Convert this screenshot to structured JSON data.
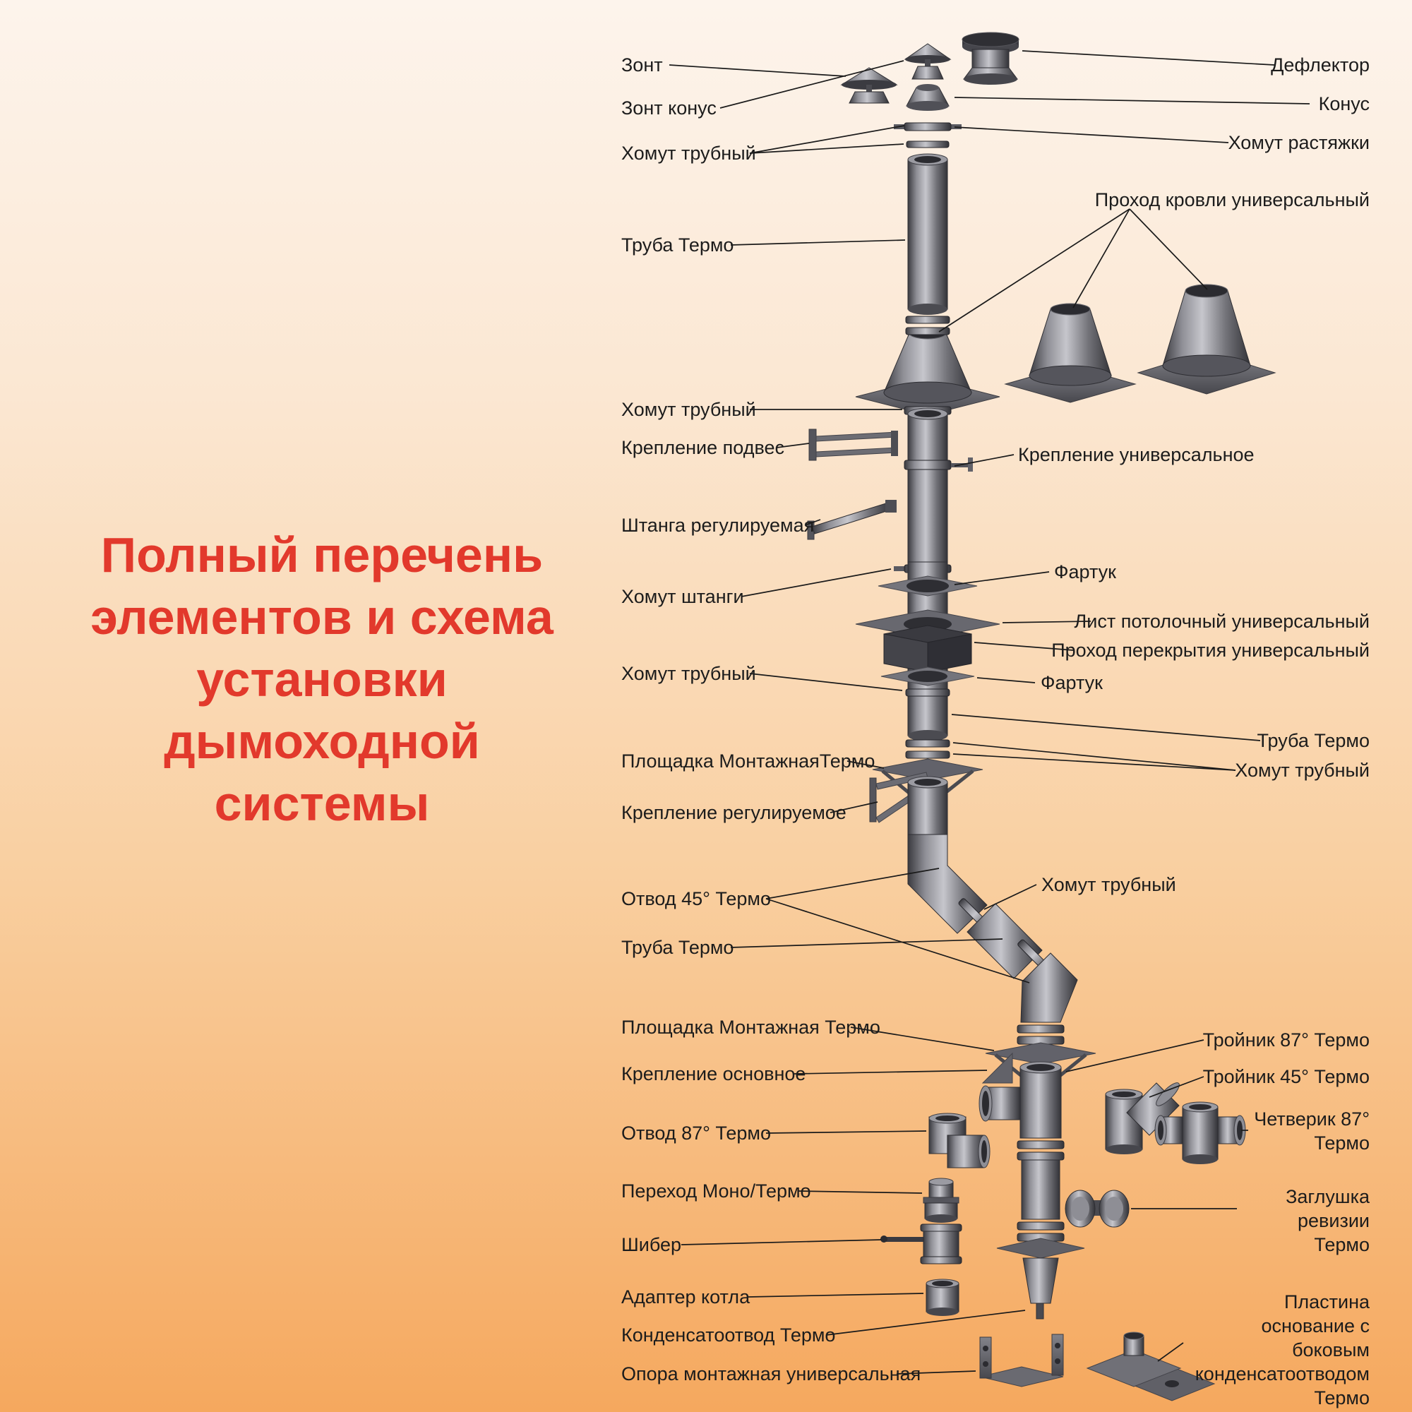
{
  "title": {
    "lines": [
      "Полный перечень",
      "элементов и схема",
      "установки",
      "дымоходной",
      "системы"
    ],
    "color": "#e2392c"
  },
  "colors": {
    "background_top": "#fdf4ec",
    "background_bottom": "#f5a85e",
    "label_text": "#1c1c1c",
    "callout_line": "#1a1a1a",
    "metal_dark": "#3a3a3f",
    "metal_light": "#c6c6cc"
  },
  "left_labels": [
    {
      "id": "zont",
      "text": "Зонт"
    },
    {
      "id": "zont-konus",
      "text": "Зонт конус"
    },
    {
      "id": "khomut-trubny-1",
      "text": "Хомут трубный"
    },
    {
      "id": "truba-termo-1",
      "text": "Труба Термо"
    },
    {
      "id": "khomut-trubny-2",
      "text": "Хомут трубный"
    },
    {
      "id": "kreplenie-podves",
      "text": "Крепление подвес"
    },
    {
      "id": "shtanga-reguliruemaya",
      "text": "Штанга регулируемая"
    },
    {
      "id": "khomut-shtangi",
      "text": "Хомут штанги"
    },
    {
      "id": "khomut-trubny-3",
      "text": "Хомут трубный"
    },
    {
      "id": "ploshchadka-montazhnaya-1",
      "text": "Площадка МонтажнаяТермо"
    },
    {
      "id": "kreplenie-reguliruemoe",
      "text": "Крепление регулируемое"
    },
    {
      "id": "otvod-45",
      "text": "Отвод 45° Термо"
    },
    {
      "id": "truba-termo-2",
      "text": "Труба Термо"
    },
    {
      "id": "ploshchadka-montazhnaya-2",
      "text": "Площадка Монтажная Термо"
    },
    {
      "id": "kreplenie-osnovnoe",
      "text": "Крепление основное"
    },
    {
      "id": "otvod-87",
      "text": "Отвод 87° Термо"
    },
    {
      "id": "perekhod-mono-termo",
      "text": "Переход Моно/Термо"
    },
    {
      "id": "shiber",
      "text": "Шибер"
    },
    {
      "id": "adapter-kotla",
      "text": "Адаптер котла"
    },
    {
      "id": "kondensatootvod-termo",
      "text": "Конденсатоотвод Термо"
    },
    {
      "id": "opora-montazhnaya",
      "text": "Опора монтажная универсальная"
    }
  ],
  "right_labels": [
    {
      "id": "deflektor",
      "text": "Дефлектор"
    },
    {
      "id": "konus",
      "text": "Конус"
    },
    {
      "id": "khomut-rastyazhki",
      "text": "Хомут растяжки"
    },
    {
      "id": "prokhod-krovli",
      "text": "Проход кровли универсальный"
    },
    {
      "id": "kreplenie-universalnoe",
      "text": "Крепление универсальное"
    },
    {
      "id": "fartuk-1",
      "text": "Фартук"
    },
    {
      "id": "list-potolochny",
      "text": "Лист потолочный универсальный"
    },
    {
      "id": "prokhod-perekrytiya",
      "text": "Проход перекрытия универсальный"
    },
    {
      "id": "fartuk-2",
      "text": "Фартук"
    },
    {
      "id": "truba-termo-r",
      "text": "Труба Термо"
    },
    {
      "id": "khomut-trubny-r1",
      "text": "Хомут трубный"
    },
    {
      "id": "khomut-trubny-r2",
      "text": "Хомут трубный"
    },
    {
      "id": "troynik-87",
      "text": "Тройник 87° Термо"
    },
    {
      "id": "troynik-45",
      "text": "Тройник 45° Термо"
    },
    {
      "id": "chetverik-87",
      "text": "Четверик 87° Термо"
    },
    {
      "id": "zaglushka-revizii",
      "text": "Заглушка ревизии Термо"
    },
    {
      "id": "plastina-osnovanie",
      "text": "Пластина основание с боковым конденсатоотводом Термо"
    }
  ]
}
